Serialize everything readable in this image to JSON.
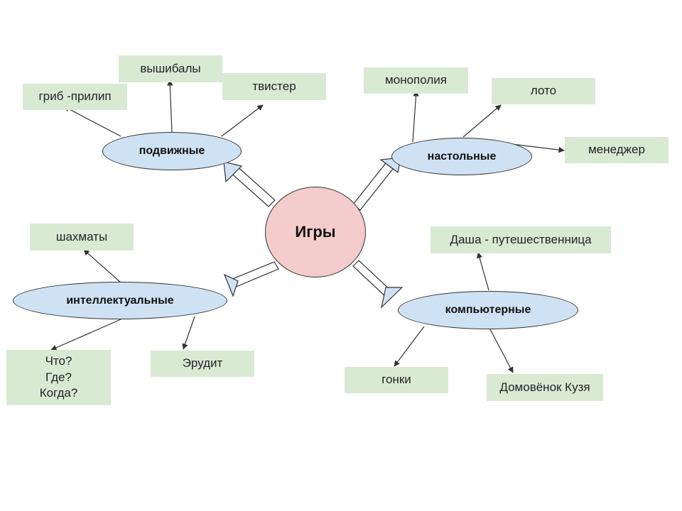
{
  "center": {
    "label": "Игры"
  },
  "categories": {
    "movable": {
      "label": "подвижные",
      "items": [
        "гриб -прилип",
        "вышибалы",
        "твистер"
      ]
    },
    "board": {
      "label": "настольные",
      "items": [
        "монополия",
        "лото",
        "менеджер"
      ]
    },
    "intellectual": {
      "label": "интеллектуальные",
      "items": [
        "шахматы",
        "Что?\nГде?\nКогда?",
        "Эрудит"
      ]
    },
    "computer": {
      "label": "компьютерные",
      "items": [
        "Даша - путешественница",
        "гонки",
        "Домовёнок Кузя"
      ]
    }
  },
  "colors": {
    "box": "#d9ead3",
    "ellipse": "#cfe2f3",
    "center": "#f4cccc",
    "arrow": "#333333",
    "hollow_arrow_fill": "#cfe2f3"
  }
}
